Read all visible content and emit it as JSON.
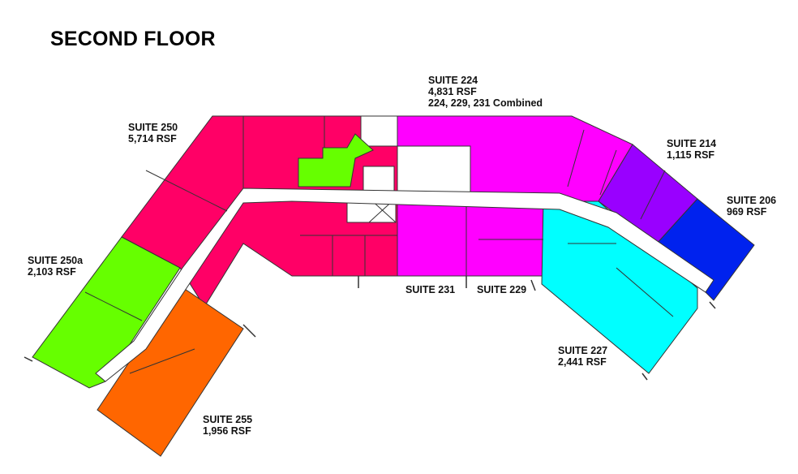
{
  "title": "SECOND FLOOR",
  "suites": [
    {
      "id": "224",
      "name": "SUITE 224",
      "area": "4,831 RSF",
      "note": "224, 229, 231 Combined",
      "color": "#ff00ff"
    },
    {
      "id": "250",
      "name": "SUITE 250",
      "area": "5,714 RSF",
      "color": "#ff0066"
    },
    {
      "id": "214",
      "name": "SUITE 214",
      "area": "1,115 RSF",
      "color": "#9900ff"
    },
    {
      "id": "206",
      "name": "SUITE 206",
      "area": "969 RSF",
      "color": "#0022ee"
    },
    {
      "id": "250a",
      "name": "SUITE 250a",
      "area": "2,103 RSF",
      "color": "#66ff00"
    },
    {
      "id": "231",
      "name": "SUITE 231",
      "color": "#ff00ff"
    },
    {
      "id": "229",
      "name": "SUITE 229",
      "color": "#ff00ff"
    },
    {
      "id": "227",
      "name": "SUITE 227",
      "area": "2,441 RSF",
      "color": "#00ffff"
    },
    {
      "id": "255",
      "name": "SUITE 255",
      "area": "1,956 RSF",
      "color": "#ff6600"
    }
  ]
}
